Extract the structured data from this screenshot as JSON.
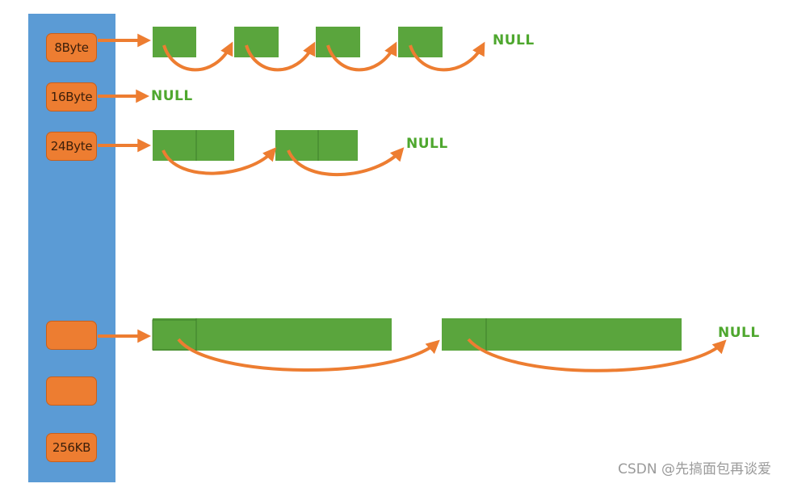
{
  "size_classes": [
    {
      "label": "8Byte"
    },
    {
      "label": "16Byte"
    },
    {
      "label": "24Byte"
    },
    {
      "label": ""
    },
    {
      "label": ""
    },
    {
      "label": "256KB"
    }
  ],
  "null_label": "NULL",
  "watermark": "CSDN @先搞面包再谈爱",
  "colors": {
    "spine": "#5b9bd5",
    "size_class": "#ed7d31",
    "block": "#5aa53d",
    "arrow": "#ed7d31",
    "null_text": "#4ea72e"
  }
}
